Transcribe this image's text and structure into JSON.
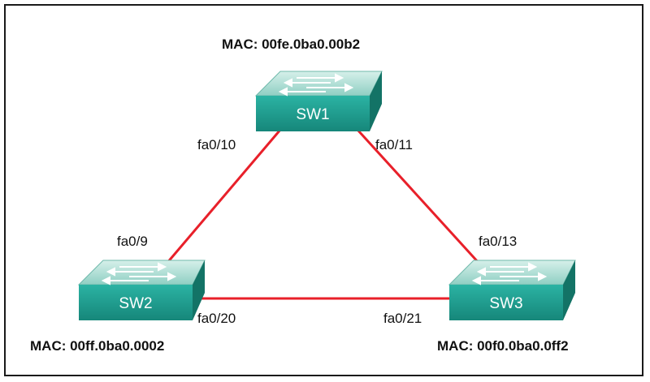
{
  "colors": {
    "link": "#e8202a",
    "switch_top": "#b5e0d7",
    "switch_front": "#1f9e90",
    "switch_side": "#137366",
    "text": "#111111"
  },
  "switches": [
    {
      "name": "SW1",
      "mac": "MAC: 00fe.0ba0.00b2",
      "icon": "switch-icon"
    },
    {
      "name": "SW2",
      "mac": "MAC: 00ff.0ba0.0002",
      "icon": "switch-icon"
    },
    {
      "name": "SW3",
      "mac": "MAC: 00f0.0ba0.0ff2",
      "icon": "switch-icon"
    }
  ],
  "links": [
    {
      "from": "SW1",
      "to": "SW2",
      "from_port": "fa0/10",
      "to_port": "fa0/9"
    },
    {
      "from": "SW1",
      "to": "SW3",
      "from_port": "fa0/11",
      "to_port": "fa0/13"
    },
    {
      "from": "SW2",
      "to": "SW3",
      "from_port": "fa0/20",
      "to_port": "fa0/21"
    }
  ]
}
